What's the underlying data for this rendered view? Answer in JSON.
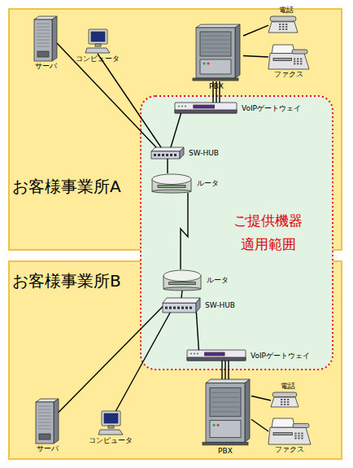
{
  "diagram": {
    "nodes": [
      {
        "text": [
          "お客様事業所A"
        ]
      },
      {
        "text": [
          "ご提供機器 適用範囲"
        ]
      },
      {
        "text": [
          "お客様事業所B"
        ]
      },
      {
        "text": [
          "サーバ"
        ],
        "in": 0
      },
      {
        "text": [
          "コンピュータ"
        ],
        "in": 0
      },
      {
        "text": [
          "PBX"
        ],
        "in": 0
      },
      {
        "text": [
          "電話"
        ],
        "in": 0
      },
      {
        "text": [
          "ファクス"
        ],
        "in": 0
      },
      {
        "text": [
          "VoIPゲートウェイ"
        ],
        "in": 1
      },
      {
        "text": [
          "SW-HUB"
        ],
        "in": 1
      },
      {
        "text": [
          "ルータ"
        ],
        "in": 1
      },
      {
        "text": [
          "ルータ"
        ],
        "in": 1
      },
      {
        "text": [
          "SW-HUB"
        ],
        "in": 1
      },
      {
        "text": [
          "VoIPゲートウェイ"
        ],
        "in": 1
      },
      {
        "text": [
          "PBX"
        ],
        "in": 2
      },
      {
        "text": [
          "電話"
        ],
        "in": 2
      },
      {
        "text": [
          "ファクス"
        ],
        "in": 2
      },
      {
        "text": [
          "サーバ"
        ],
        "in": 2
      },
      {
        "text": [
          "コンピュータ"
        ],
        "in": 2
      }
    ],
    "edges": [
      {
        "from": 3,
        "to": 9,
        "arrow": "none"
      },
      {
        "from": 4,
        "to": 9,
        "arrow": "none"
      },
      {
        "from": 5,
        "to": 8,
        "arrow": "none"
      },
      {
        "from": 8,
        "to": 9,
        "arrow": "none"
      },
      {
        "from": 9,
        "to": 10,
        "arrow": "none"
      },
      {
        "from": 5,
        "to": 6,
        "arrow": "none"
      },
      {
        "from": 5,
        "to": 7,
        "arrow": "none"
      },
      {
        "from": 10,
        "to": 11,
        "arrow": "none"
      },
      {
        "from": 11,
        "to": 12,
        "arrow": "none"
      },
      {
        "from": 17,
        "to": 12,
        "arrow": "none"
      },
      {
        "from": 18,
        "to": 12,
        "arrow": "none"
      },
      {
        "from": 12,
        "to": 13,
        "arrow": "none"
      },
      {
        "from": 13,
        "to": 14,
        "arrow": "none"
      },
      {
        "from": 14,
        "to": 15,
        "arrow": "none"
      },
      {
        "from": 14,
        "to": 16,
        "arrow": "none"
      }
    ]
  }
}
